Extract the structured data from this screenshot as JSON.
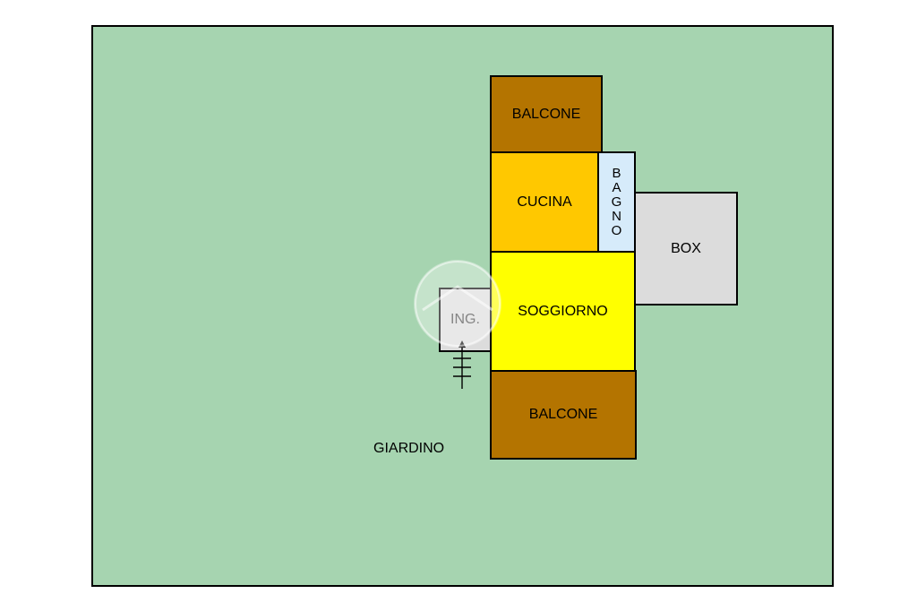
{
  "plan": {
    "garden_label": "GIARDINO",
    "rooms": {
      "balcone_top": "BALCONE",
      "cucina": "CUCINA",
      "bagno": "BAGNO",
      "box": "BOX",
      "soggiorno": "SOGGIORNO",
      "balcone_bottom": "BALCONE",
      "ingresso": "ING."
    },
    "colors": {
      "garden": "#a6d4b0",
      "balcone": "#b47400",
      "cucina": "#ffc800",
      "bagno": "#d6ebfa",
      "box": "#dcdcdc",
      "soggiorno": "#ffff00",
      "ingresso": "#dcdcdc"
    },
    "icons": {
      "stairs": "stairs-arrow-icon",
      "watermark": "watermark-logo"
    }
  }
}
